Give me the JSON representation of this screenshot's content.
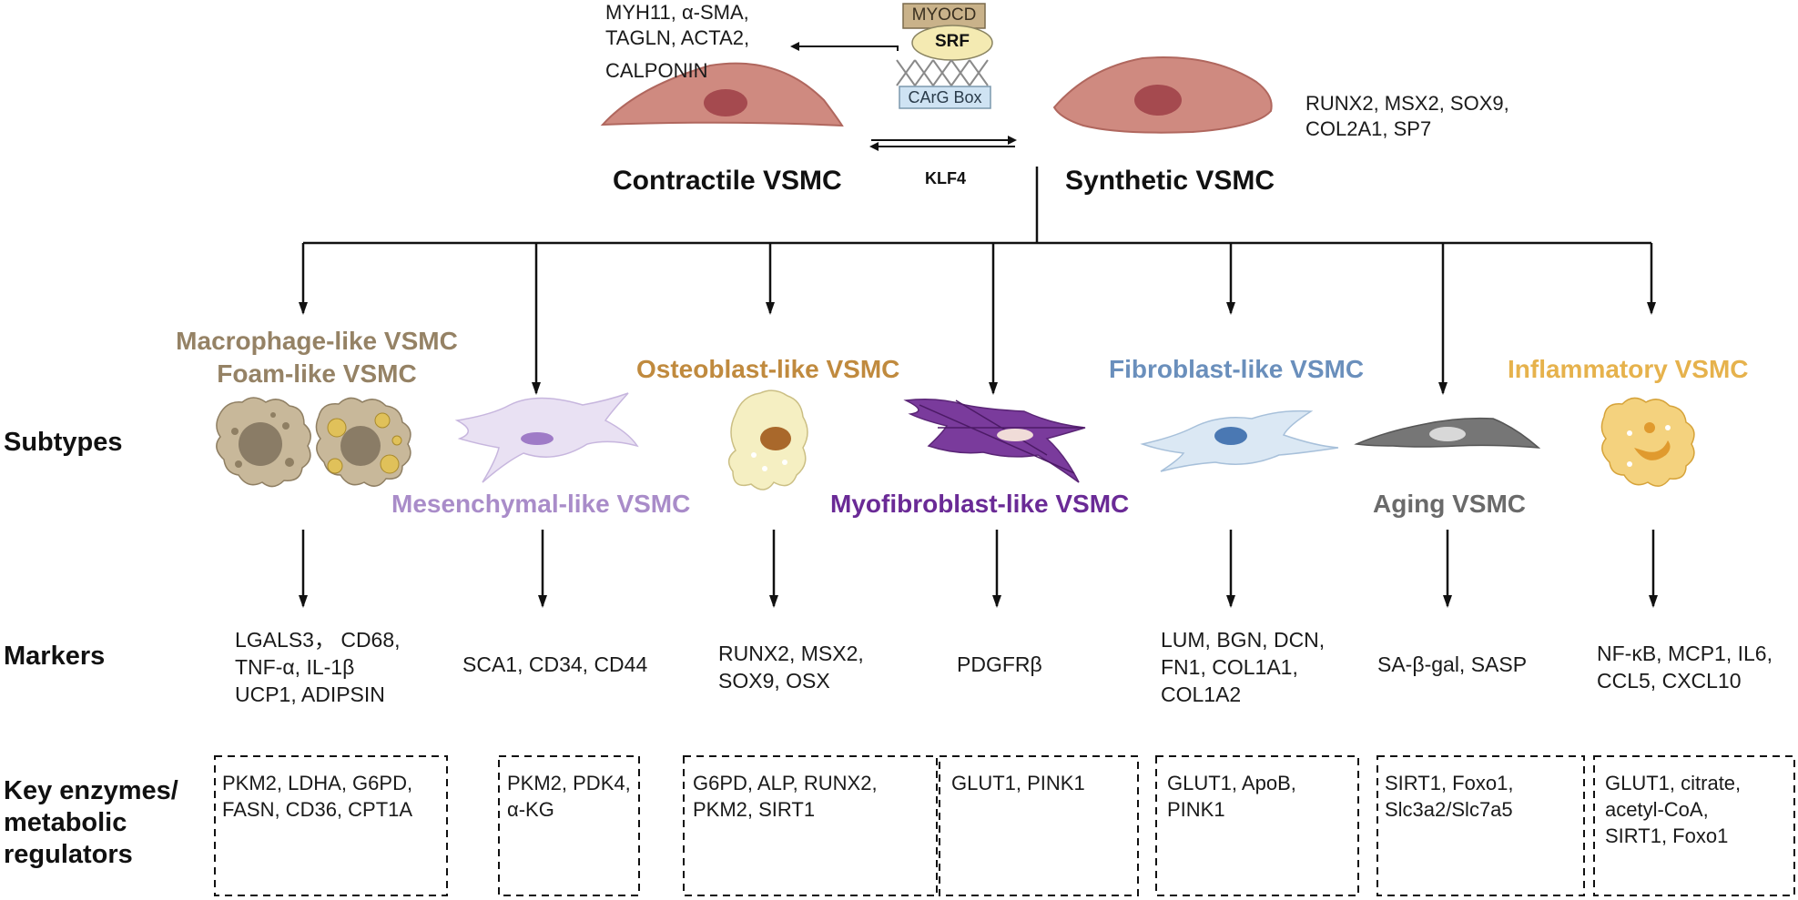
{
  "top": {
    "contractile_markers": [
      "MYH11, α-SMA,",
      "TAGLN, ACTA2,",
      "CALPONIN"
    ],
    "myocd": "MYOCD",
    "srf": "SRF",
    "carg_box": "CArG Box",
    "synthetic_markers": [
      "RUNX2, MSX2, SOX9,",
      "COL2A1, SP7"
    ],
    "contractile_title": "Contractile VSMC",
    "synthetic_title": "Synthetic VSMC",
    "klf4": "KLF4"
  },
  "row_labels": {
    "subtypes": "Subtypes",
    "markers": "Markers",
    "enzymes": [
      "Key enzymes/",
      "metabolic",
      "regulators"
    ]
  },
  "subtypes": {
    "macrophage": [
      "Macrophage-like VSMC",
      "Foam-like VSMC"
    ],
    "mesenchymal": "Mesenchymal-like VSMC",
    "osteoblast": "Osteoblast-like VSMC",
    "myofibroblast": "Myofibroblast-like VSMC",
    "fibroblast": "Fibroblast-like VSMC",
    "aging": "Aging VSMC",
    "inflammatory": "Inflammatory VSMC"
  },
  "markers": {
    "macrophage": [
      "LGALS3， CD68,",
      "TNF-α, IL-1β",
      "UCP1, ADIPSIN"
    ],
    "mesenchymal": [
      "SCA1, CD34, CD44"
    ],
    "osteoblast": [
      "RUNX2, MSX2,",
      "SOX9, OSX"
    ],
    "myofibroblast": [
      "PDGFRβ"
    ],
    "fibroblast": [
      "LUM, BGN, DCN,",
      "FN1, COL1A1,",
      "COL1A2"
    ],
    "aging": [
      "SA-β-gal, SASP"
    ],
    "inflammatory": [
      "NF-κB, MCP1, IL6,",
      "CCL5, CXCL10"
    ]
  },
  "enzymes": {
    "macrophage": [
      "PKM2, LDHA, G6PD,",
      "FASN, CD36, CPT1A"
    ],
    "mesenchymal": [
      "PKM2, PDK4,",
      "α-KG"
    ],
    "osteoblast": [
      "G6PD, ALP, RUNX2,",
      "PKM2, SIRT1"
    ],
    "myofibroblast": [
      "GLUT1, PINK1"
    ],
    "fibroblast": [
      "GLUT1, ApoB,",
      "PINK1"
    ],
    "aging": [
      "SIRT1, Foxo1,",
      "Slc3a2/Slc7a5"
    ],
    "inflammatory": [
      "GLUT1, citrate,",
      "acetyl-CoA,",
      "SIRT1, Foxo1"
    ]
  },
  "colors": {
    "macrophage": "#958265",
    "mesenchymal": "#a98cc9",
    "osteoblast": "#c08a3e",
    "myofibroblast": "#6a2a96",
    "fibroblast": "#6a8fbc",
    "aging": "#6a6a6a",
    "inflammatory": "#e6b24c"
  }
}
